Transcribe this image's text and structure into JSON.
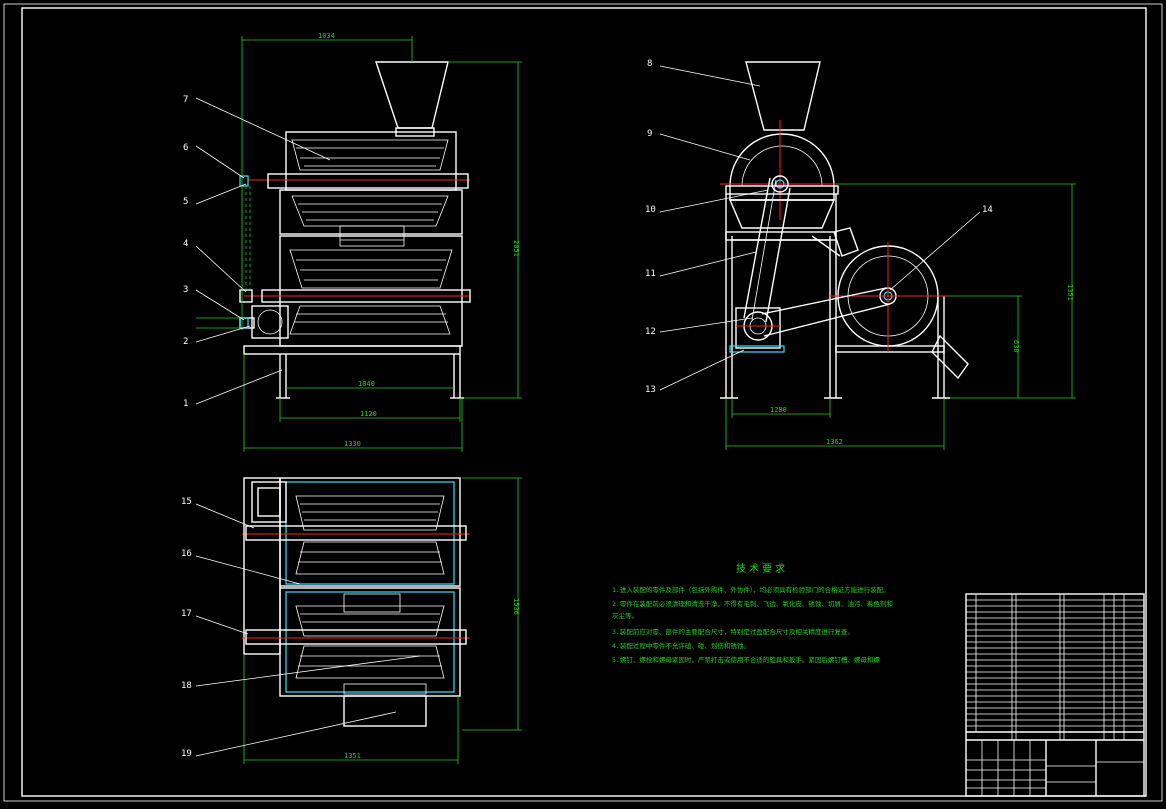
{
  "callouts_left": [
    "1",
    "2",
    "3",
    "4",
    "5",
    "6",
    "7"
  ],
  "callouts_right": [
    "8",
    "9",
    "10",
    "11",
    "12",
    "13",
    "14"
  ],
  "callouts_bottom": [
    "15",
    "16",
    "17",
    "18",
    "19"
  ],
  "dims": {
    "front_top": "1034",
    "front_inner": "1040",
    "front_mid": "1120",
    "front_total": "1330",
    "front_height": "2051",
    "side_base": "1280",
    "side_total": "1362",
    "side_height": "1351",
    "side_low": "630",
    "plan_width": "1351",
    "plan_height": "1536"
  },
  "notes": {
    "title": "技术要求",
    "lines": [
      "1.进入装配的零件及部件（包括外购件、外协件），均必须具有检验部门的合格证方能进行装配。",
      "2.零件在装配前必须清理和清洗干净，不得有毛刺、飞边、氧化皮、锈蚀、切屑、油污、着色剂和",
      "灰尘等。",
      "3.装配前应对零、部件的主要配合尺寸，特别是过盈配合尺寸及相关精度进行复查。",
      "4.装配过程中零件不允许磕、碰、划伤和锈蚀。",
      "5.螺钉、螺栓和螺母紧固时，严禁打击或使用不合适的旋具和扳手。紧固后螺钉槽、螺母和螺"
    ]
  },
  "colors": {
    "background": "#000000",
    "lines": "#ffffff",
    "dimensions": "#1fd11f",
    "centerline": "#ff2020",
    "highlight": "#33e0ff"
  }
}
